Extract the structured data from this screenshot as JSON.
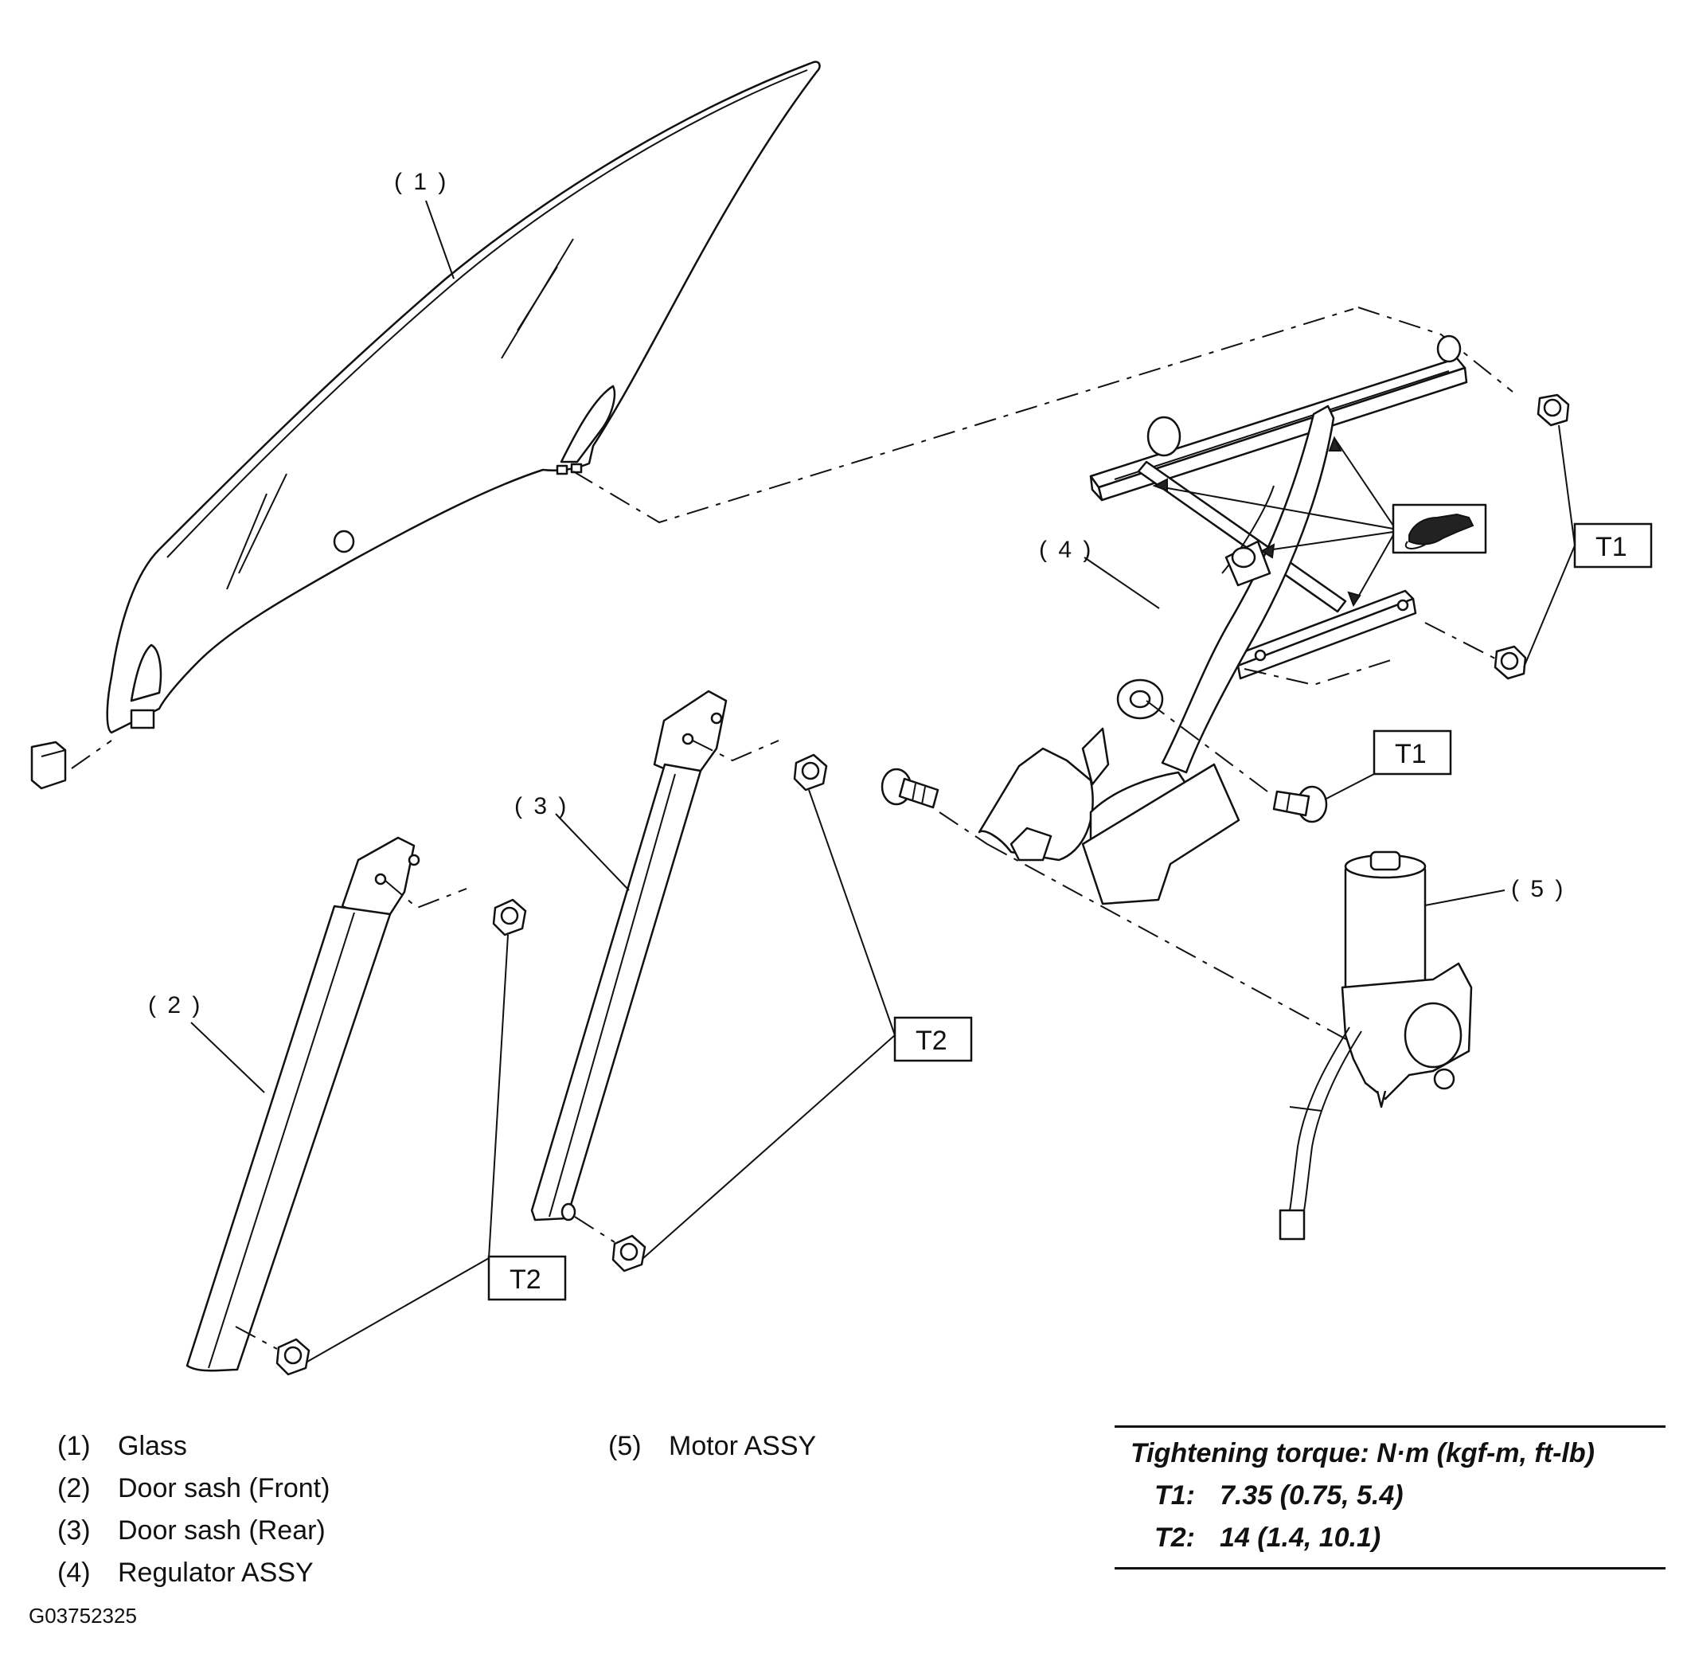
{
  "callouts": {
    "glass": "( 1 )",
    "door_sash_front": "( 2 )",
    "door_sash_rear": "( 3 )",
    "regulator_assy": "( 4 )",
    "motor_assy": "( 5 )"
  },
  "torque_tags": {
    "t1_upper": "T1",
    "t1_lower": "T1",
    "t2_rear": "T2",
    "t2_front": "T2"
  },
  "legend": [
    {
      "num": "(1)",
      "label": "Glass"
    },
    {
      "num": "(2)",
      "label": "Door sash (Front)"
    },
    {
      "num": "(3)",
      "label": "Door sash (Rear)"
    },
    {
      "num": "(4)",
      "label": "Regulator ASSY"
    },
    {
      "num": "(5)",
      "label": "Motor ASSY"
    }
  ],
  "torque_table": {
    "heading": "Tightening torque: N·m (kgf-m, ft-lb)",
    "rows": [
      {
        "code": "T1:",
        "value": "7.35 (0.75, 5.4)"
      },
      {
        "code": "T2:",
        "value": "14 (1.4, 10.1)"
      }
    ]
  },
  "figure_id": "G03752325",
  "icons": [
    "grease-hand-icon"
  ]
}
